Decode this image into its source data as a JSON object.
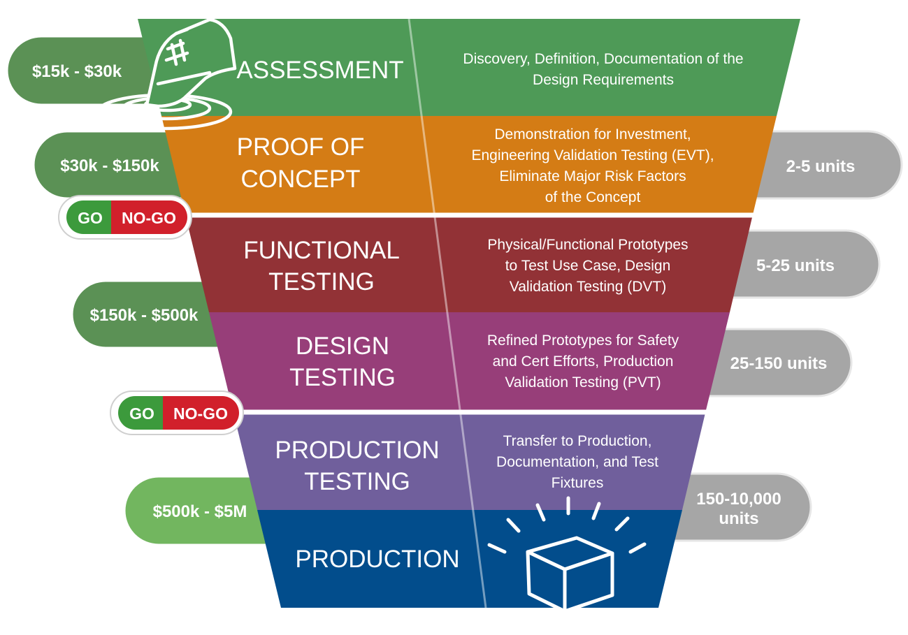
{
  "colors": {
    "assessment": "#4e9a57",
    "proof_of_concept": "#d47c15",
    "functional_testing": "#923236",
    "design_testing": "#973e79",
    "production_testing": "#705f9c",
    "production": "#024d8c",
    "cost_pill": "#5b9155",
    "cost_pill_light": "#72b65f",
    "units_pill": "#a6a6a6",
    "go": "#3c9a3c",
    "no_go": "#d1202b"
  },
  "stages": [
    {
      "title_lines": [
        "ASSESSMENT"
      ],
      "desc_lines": [
        "Discovery, Definition, Documentation of the",
        "Design Requirements"
      ]
    },
    {
      "title_lines": [
        "PROOF OF",
        "CONCEPT"
      ],
      "desc_lines": [
        "Demonstration for Investment,",
        "Engineering Validation Testing (EVT),",
        "Eliminate Major Risk Factors",
        "of the Concept"
      ]
    },
    {
      "title_lines": [
        "FUNCTIONAL",
        "TESTING"
      ],
      "desc_lines": [
        "Physical/Functional Prototypes",
        "to Test Use Case, Design",
        "Validation Testing (DVT)"
      ]
    },
    {
      "title_lines": [
        "DESIGN",
        "TESTING"
      ],
      "desc_lines": [
        "Refined Prototypes for Safety",
        "and Cert Efforts, Production",
        "Validation Testing (PVT)"
      ]
    },
    {
      "title_lines": [
        "PRODUCTION",
        "TESTING"
      ],
      "desc_lines": [
        "Transfer to Production,",
        "Documentation, and Test",
        "Fixtures"
      ]
    },
    {
      "title_lines": [
        "PRODUCTION"
      ],
      "desc_lines": []
    }
  ],
  "costs": [
    "$15k - $30k",
    "$30k - $150k",
    "$150k - $500k",
    "$500k - $5M"
  ],
  "units": [
    [
      "2-5 units"
    ],
    [
      "5-25 units"
    ],
    [
      "25-150 units"
    ],
    [
      "150-10,000",
      "units"
    ]
  ],
  "gates": [
    {
      "go": "GO",
      "no_go": "NO-GO"
    },
    {
      "go": "GO",
      "no_go": "NO-GO"
    }
  ],
  "icons": [
    "shoe-icon",
    "box-icon"
  ]
}
